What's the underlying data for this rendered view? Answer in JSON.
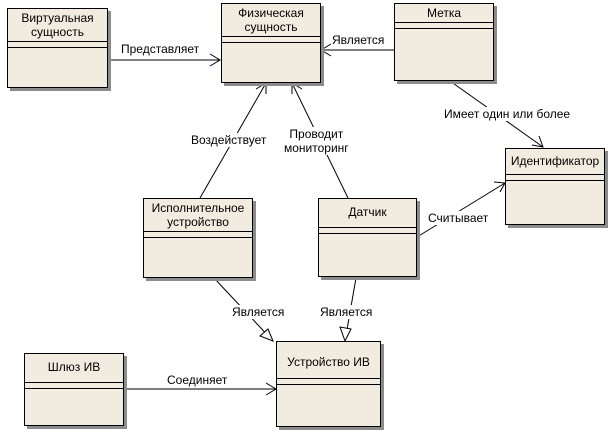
{
  "nodes": {
    "virtual_entity": "Виртуальная сущность",
    "physical_entity": "Физическая\nсущность",
    "tag": "Метка",
    "identifier": "Идентификатор",
    "actuator": "Исполнительное\nустройство",
    "sensor": "Датчик",
    "iot_gateway": "Шлюз ИВ",
    "iot_device": "Устройство ИВ"
  },
  "edges": {
    "represents": "Представляет",
    "is_tag": "Является",
    "has_one_or_more": "Имеет один или более",
    "affects": "Воздействует",
    "monitors": "Проводит\nмониторинг",
    "reads": "Считывает",
    "is_actuator": "Является",
    "is_sensor": "Является",
    "connects": "Соединяет"
  }
}
